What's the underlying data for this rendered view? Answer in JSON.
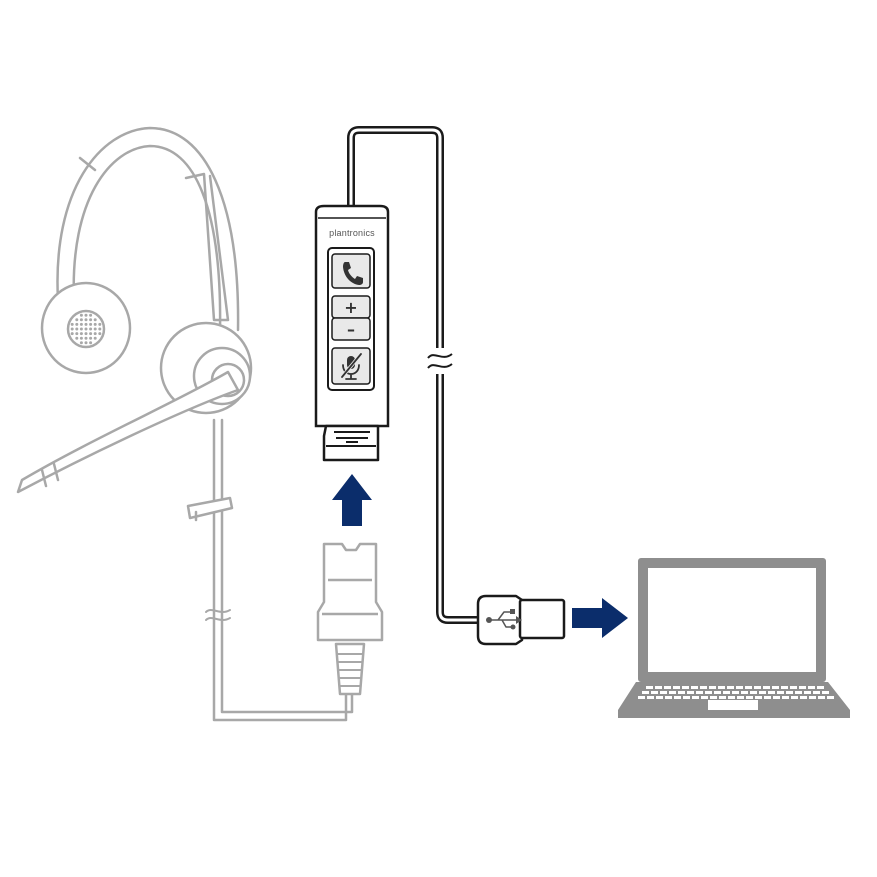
{
  "diagram": {
    "brand_text": "plantronics",
    "controller": {
      "buttons": [
        {
          "name": "call",
          "glyph": ""
        },
        {
          "name": "volume-up",
          "glyph": "+"
        },
        {
          "name": "volume-down",
          "glyph": "–"
        },
        {
          "name": "mute",
          "glyph": ""
        }
      ]
    },
    "colors": {
      "accent_arrow": "#0b2d6b",
      "device_outline": "#1a1a1a",
      "headset_gray": "#a8a8a8",
      "laptop_gray": "#8e8e8e"
    },
    "icons": [
      "phone-icon",
      "plus-icon",
      "minus-icon",
      "mute-icon",
      "usb-icon",
      "arrow-up-icon",
      "arrow-right-icon"
    ]
  }
}
